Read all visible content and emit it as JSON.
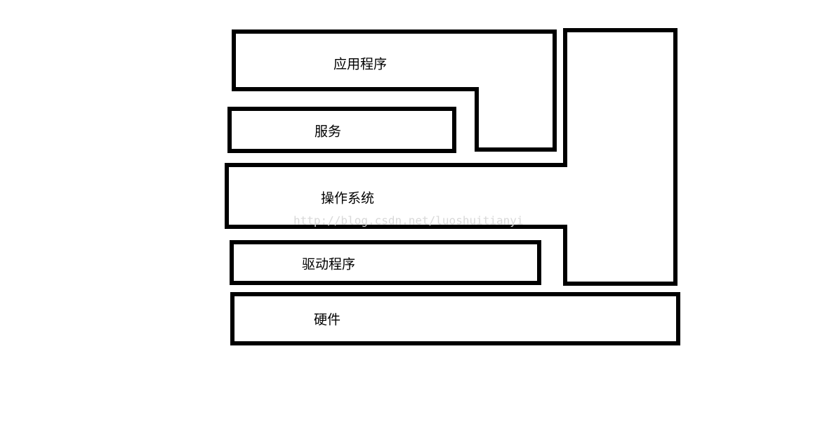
{
  "layers": {
    "application": "应用程序",
    "service": "服务",
    "operating_system": "操作系统",
    "driver": "驱动程序",
    "hardware": "硬件"
  },
  "watermark": "http://blog.csdn.net/luoshuitianyi",
  "colors": {
    "stroke": "#000000",
    "background": "#ffffff",
    "watermark": "#d9d9d9"
  }
}
